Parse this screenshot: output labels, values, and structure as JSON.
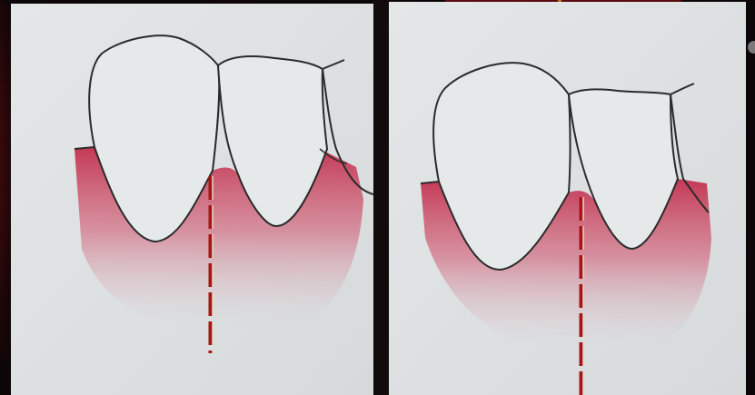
{
  "image": {
    "panels": [
      {
        "name": "left",
        "subject": "incisor-teeth-gingiva-diagram"
      },
      {
        "name": "right",
        "subject": "incisor-teeth-gingiva-diagram"
      }
    ]
  },
  "colors": {
    "background": "#0d0608",
    "accent_red": "#b01217",
    "card": "#dfe2e3",
    "gum": "#c2304e",
    "outline": "#2b2b2b",
    "dash_red": "#a5151b",
    "dash_light": "#e7dcb8"
  }
}
